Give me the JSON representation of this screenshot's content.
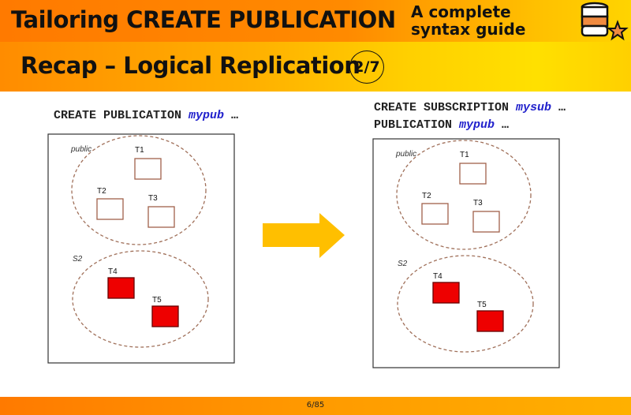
{
  "header": {
    "title": "Tailoring CREATE PUBLICATION",
    "subtitle_line1": "A complete",
    "subtitle_line2": "syntax guide",
    "section": "Recap – Logical Replication",
    "step": "2/7"
  },
  "left": {
    "kw": "CREATE PUBLICATION ",
    "name": "mypub",
    "tail": " …",
    "schemas": [
      {
        "name": "public",
        "tables": [
          "T1",
          "T2",
          "T3"
        ]
      },
      {
        "name": "S2",
        "tables": [
          "T4",
          "T5"
        ]
      }
    ]
  },
  "right": {
    "kw1": "CREATE SUBSCRIPTION ",
    "name1": "mysub",
    "tail1": " …",
    "kw2": "PUBLICATION ",
    "name2": "mypub",
    "tail2": " …",
    "schemas": [
      {
        "name": "public",
        "tables": [
          "T1",
          "T2",
          "T3"
        ]
      },
      {
        "name": "S2",
        "tables": [
          "T4",
          "T5"
        ]
      }
    ]
  },
  "footer": {
    "page": "6/85"
  },
  "colors": {
    "published": "#ee0000",
    "table_border": "#a0604a",
    "arrow": "#ffbf00"
  }
}
